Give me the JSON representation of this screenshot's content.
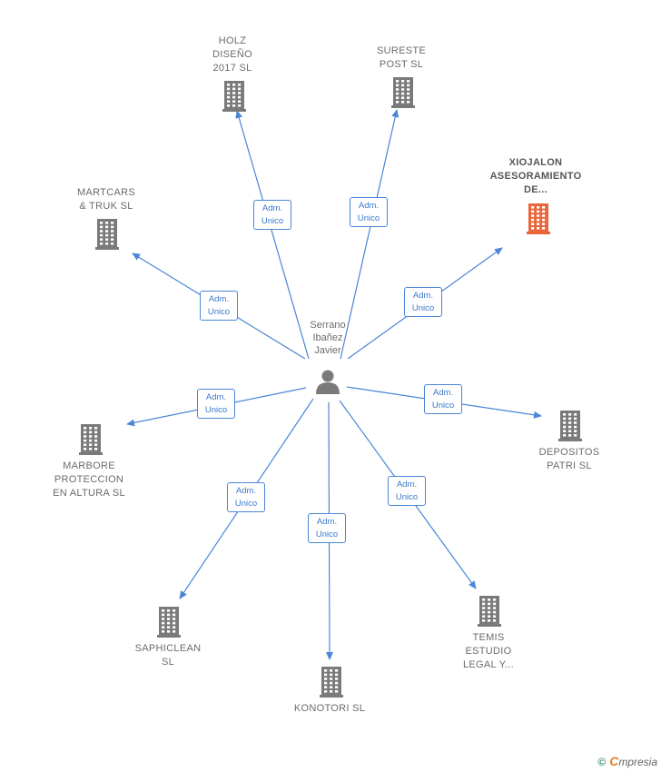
{
  "center": {
    "name_lines": [
      "Serrano",
      "Ibañez",
      "Javier"
    ],
    "icon": "person-icon"
  },
  "relation_label": [
    "Adm.",
    "Unico"
  ],
  "colors": {
    "edge": "#4a86d6",
    "building": "#7a7a7a",
    "building_highlight": "#e8663a"
  },
  "companies": [
    {
      "id": "holz",
      "lines": [
        "HOLZ",
        "DISEÑO",
        "2017  SL"
      ],
      "highlight": false
    },
    {
      "id": "sureste",
      "lines": [
        "SURESTE",
        "POST  SL"
      ],
      "highlight": false
    },
    {
      "id": "xiojalon",
      "lines": [
        "XIOJALON",
        "ASESORAMIENTO",
        "DE..."
      ],
      "highlight": true
    },
    {
      "id": "martcars",
      "lines": [
        "MARTCARS",
        "& TRUK  SL"
      ],
      "highlight": false
    },
    {
      "id": "depositos",
      "lines": [
        "DEPOSITOS",
        "PATRI  SL"
      ],
      "highlight": false
    },
    {
      "id": "marbore",
      "lines": [
        "MARBORE",
        "PROTECCION",
        "EN ALTURA  SL"
      ],
      "highlight": false
    },
    {
      "id": "saphiclean",
      "lines": [
        "SAPHICLEAN",
        "SL"
      ],
      "highlight": false
    },
    {
      "id": "konotori",
      "lines": [
        "KONOTORI  SL"
      ],
      "highlight": false
    },
    {
      "id": "temis",
      "lines": [
        "TEMIS",
        "ESTUDIO",
        "LEGAL Y..."
      ],
      "highlight": false
    }
  ],
  "footer": {
    "copyright": "©",
    "brand_first": "C",
    "brand_rest": "mpresia"
  }
}
